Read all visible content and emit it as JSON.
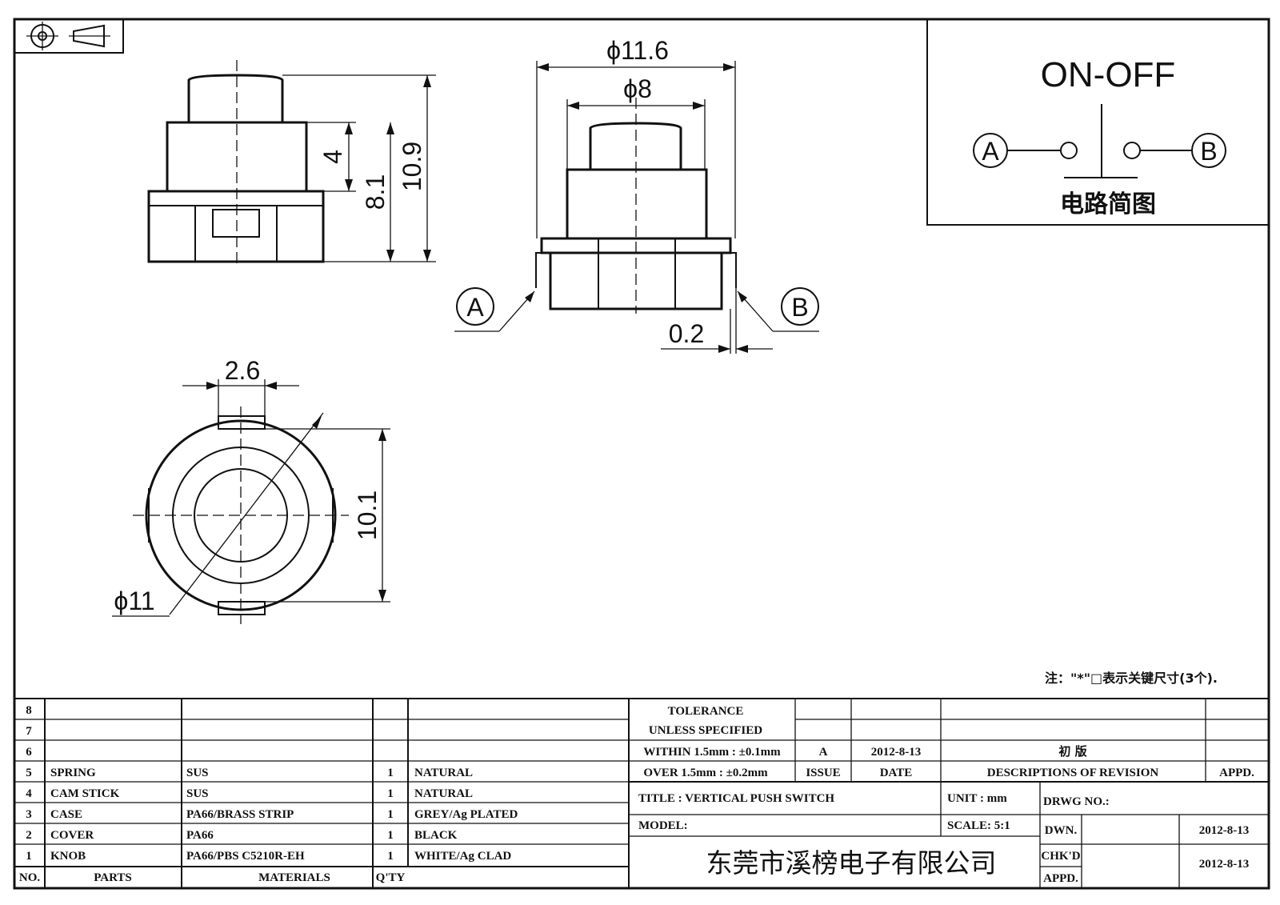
{
  "drawing": {
    "dimensions": {
      "side_height_knob": "4",
      "side_height_body": "8.1",
      "side_height_total": "10.9",
      "front_outer_dia": "ϕ11.6",
      "front_knob_dia": "ϕ8",
      "terminal_offset": "0.2",
      "top_tab_width": "2.6",
      "top_height": "10.1",
      "top_dia": "ϕ11"
    },
    "terminals": {
      "a": "A",
      "b": "B"
    },
    "schematic": {
      "title": "ON-OFF",
      "caption": "电路简图",
      "a": "A",
      "b": "B"
    },
    "note": "注：\"*\"□表示关键尺寸(3个)."
  },
  "parts_table": {
    "rows": [
      {
        "no": "8",
        "part": "",
        "material": "",
        "qty": "",
        "finish": ""
      },
      {
        "no": "7",
        "part": "",
        "material": "",
        "qty": "",
        "finish": ""
      },
      {
        "no": "6",
        "part": "",
        "material": "",
        "qty": "",
        "finish": ""
      },
      {
        "no": "5",
        "part": "SPRING",
        "material": "SUS",
        "qty": "1",
        "finish": "NATURAL"
      },
      {
        "no": "4",
        "part": "CAM STICK",
        "material": "SUS",
        "qty": "1",
        "finish": "NATURAL"
      },
      {
        "no": "3",
        "part": "CASE",
        "material": "PA66/BRASS STRIP",
        "qty": "1",
        "finish": "GREY/Ag PLATED"
      },
      {
        "no": "2",
        "part": "COVER",
        "material": "PA66",
        "qty": "1",
        "finish": "BLACK"
      },
      {
        "no": "1",
        "part": "KNOB",
        "material": "PA66/PBS C5210R-EH",
        "qty": "1",
        "finish": "WHITE/Ag CLAD"
      }
    ],
    "header": {
      "no": "NO.",
      "parts": "PARTS",
      "materials": "MATERIALS",
      "qty": "Q'TY"
    }
  },
  "title_block": {
    "tolerance_1": "TOLERANCE",
    "tolerance_2": "UNLESS  SPECIFIED",
    "within": "WITHIN 1.5mm : ±0.1mm",
    "over": "OVER 1.5mm : ±0.2mm",
    "rev_issue": "A",
    "rev_date": "2012-8-13",
    "rev_desc": "初 版",
    "issue_label": "ISSUE",
    "date_label": "DATE",
    "desc_label": "DESCRIPTIONS OF REVISION",
    "appd_label": "APPD.",
    "title": "TITLE :  VERTICAL PUSH SWITCH",
    "unit": "UNIT :  mm",
    "drwg_no": "DRWG NO.:",
    "model": "MODEL:",
    "scale": "SCALE:  5:1",
    "dwn_label": "DWN.",
    "dwn_date": "2012-8-13",
    "chkd_label": "CHK'D",
    "chkd_date": "2012-8-13",
    "appd2_label": "APPD.",
    "company": "东莞市溪榜电子有限公司"
  }
}
